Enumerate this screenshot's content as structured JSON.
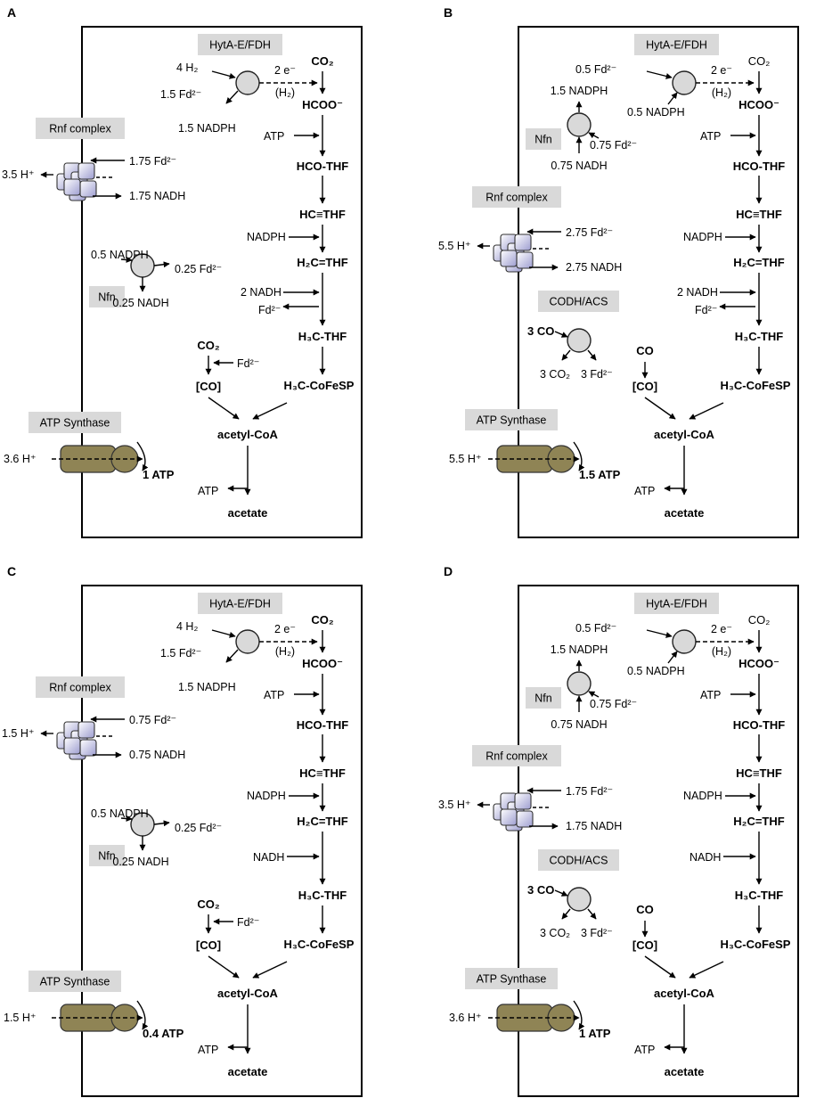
{
  "colors": {
    "ink": "#000000",
    "label_box": "#d9d9d9",
    "enzyme_fill": "#d9d9d9",
    "rnf_fill": "#b9b9dd",
    "atp_synthase": "#8f8455",
    "atp_text": "#ff0000"
  },
  "icons": {
    "enzyme": "grey-circle-icon",
    "rnf": "stacked-squares-icon",
    "atp_synthase": "rotor-stator-icon"
  },
  "panels": [
    {
      "id": "A",
      "letter": "A",
      "variant": "h2",
      "boxes": {
        "hyta": "HytA-E/FDH",
        "rnf": "Rnf complex",
        "nfn": "Nfn",
        "atps": "ATP Synthase"
      },
      "hyta": {
        "in1": "4 H₂",
        "out1": "1.5 Fd²⁻",
        "out2": "1.5 NADPH",
        "e": "2 e⁻",
        "h2": "(H₂)"
      },
      "rnf": {
        "h": "3.5 H⁺",
        "fd": "1.75 Fd²⁻",
        "nadh": "1.75 NADH"
      },
      "nfn": {
        "in": "0.5 NADPH",
        "out1": "0.25 Fd²⁻",
        "out2": "0.25 NADH"
      },
      "pathway": {
        "co2": "CO₂",
        "hcoo": "HCOO⁻",
        "atp_in": "ATP",
        "hco_thf": "HCO-THF",
        "hc_thf": "HC≡THF",
        "nadph": "NADPH",
        "h2c_thf": "H₂C=THF",
        "nadh": "2 NADH",
        "fd": "Fd²⁻",
        "h3c_thf": "H₃C-THF",
        "cofesp": "H₃C-CoFeSP",
        "acetylcoa": "acetyl-CoA",
        "atp_out": "ATP",
        "acetate": "acetate"
      },
      "co": {
        "top": "CO₂",
        "fd": "Fd²⁻",
        "bottom": "[CO]"
      },
      "atps": {
        "h": "3.6 H⁺",
        "atp": "1 ATP"
      }
    },
    {
      "id": "B",
      "letter": "B",
      "variant": "co",
      "boxes": {
        "hyta": "HytA-E/FDH",
        "rnf": "Rnf complex",
        "nfn": "Nfn",
        "codh": "CODH/ACS",
        "atps": "ATP Synthase"
      },
      "hyta": {
        "in1": "0.5 Fd²⁻",
        "in2": "0.5 NADPH",
        "e": "2 e⁻",
        "h2": "(H₂)"
      },
      "nfn": {
        "out": "1.5 NADPH",
        "in1": "0.75 Fd²⁻",
        "in2": "0.75 NADH"
      },
      "rnf": {
        "h": "5.5 H⁺",
        "fd": "2.75 Fd²⁻",
        "nadh": "2.75 NADH"
      },
      "codh": {
        "in": "3 CO",
        "out1": "3 CO₂",
        "out2": "3 Fd²⁻"
      },
      "pathway": {
        "co2": "CO₂",
        "hcoo": "HCOO⁻",
        "atp_in": "ATP",
        "hco_thf": "HCO-THF",
        "hc_thf": "HC≡THF",
        "nadph": "NADPH",
        "h2c_thf": "H₂C=THF",
        "nadh": "2 NADH",
        "fd": "Fd²⁻",
        "h3c_thf": "H₃C-THF",
        "cofesp": "H₃C-CoFeSP",
        "acetylcoa": "acetyl-CoA",
        "atp_out": "ATP",
        "acetate": "acetate"
      },
      "co": {
        "top": "CO",
        "bottom": "[CO]"
      },
      "atps": {
        "h": "5.5 H⁺",
        "atp": "1.5 ATP"
      }
    },
    {
      "id": "C",
      "letter": "C",
      "variant": "h2",
      "boxes": {
        "hyta": "HytA-E/FDH",
        "rnf": "Rnf complex",
        "nfn": "Nfn",
        "atps": "ATP Synthase"
      },
      "hyta": {
        "in1": "4 H₂",
        "out1": "1.5 Fd²⁻",
        "out2": "1.5 NADPH",
        "e": "2 e⁻",
        "h2": "(H₂)"
      },
      "rnf": {
        "h": "1.5 H⁺",
        "fd": "0.75 Fd²⁻",
        "nadh": "0.75 NADH"
      },
      "nfn": {
        "in": "0.5 NADPH",
        "out1": "0.25 Fd²⁻",
        "out2": "0.25 NADH"
      },
      "pathway": {
        "co2": "CO₂",
        "hcoo": "HCOO⁻",
        "atp_in": "ATP",
        "hco_thf": "HCO-THF",
        "hc_thf": "HC≡THF",
        "nadph": "NADPH",
        "h2c_thf": "H₂C=THF",
        "nadh": "NADH",
        "h3c_thf": "H₃C-THF",
        "cofesp": "H₃C-CoFeSP",
        "acetylcoa": "acetyl-CoA",
        "atp_out": "ATP",
        "acetate": "acetate"
      },
      "co": {
        "top": "CO₂",
        "fd": "Fd²⁻",
        "bottom": "[CO]"
      },
      "atps": {
        "h": "1.5 H⁺",
        "atp": "0.4 ATP"
      }
    },
    {
      "id": "D",
      "letter": "D",
      "variant": "co",
      "boxes": {
        "hyta": "HytA-E/FDH",
        "rnf": "Rnf complex",
        "nfn": "Nfn",
        "codh": "CODH/ACS",
        "atps": "ATP Synthase"
      },
      "hyta": {
        "in1": "0.5 Fd²⁻",
        "in2": "0.5 NADPH",
        "e": "2 e⁻",
        "h2": "(H₂)"
      },
      "nfn": {
        "out": "1.5 NADPH",
        "in1": "0.75 Fd²⁻",
        "in2": "0.75 NADH"
      },
      "rnf": {
        "h": "3.5 H⁺",
        "fd": "1.75 Fd²⁻",
        "nadh": "1.75 NADH"
      },
      "codh": {
        "in": "3 CO",
        "out1": "3 CO₂",
        "out2": "3 Fd²⁻"
      },
      "pathway": {
        "co2": "CO₂",
        "hcoo": "HCOO⁻",
        "atp_in": "ATP",
        "hco_thf": "HCO-THF",
        "hc_thf": "HC≡THF",
        "nadph": "NADPH",
        "h2c_thf": "H₂C=THF",
        "nadh": "NADH",
        "h3c_thf": "H₃C-THF",
        "cofesp": "H₃C-CoFeSP",
        "acetylcoa": "acetyl-CoA",
        "atp_out": "ATP",
        "acetate": "acetate"
      },
      "co": {
        "top": "CO",
        "bottom": "[CO]"
      },
      "atps": {
        "h": "3.6 H⁺",
        "atp": "1 ATP"
      }
    }
  ]
}
